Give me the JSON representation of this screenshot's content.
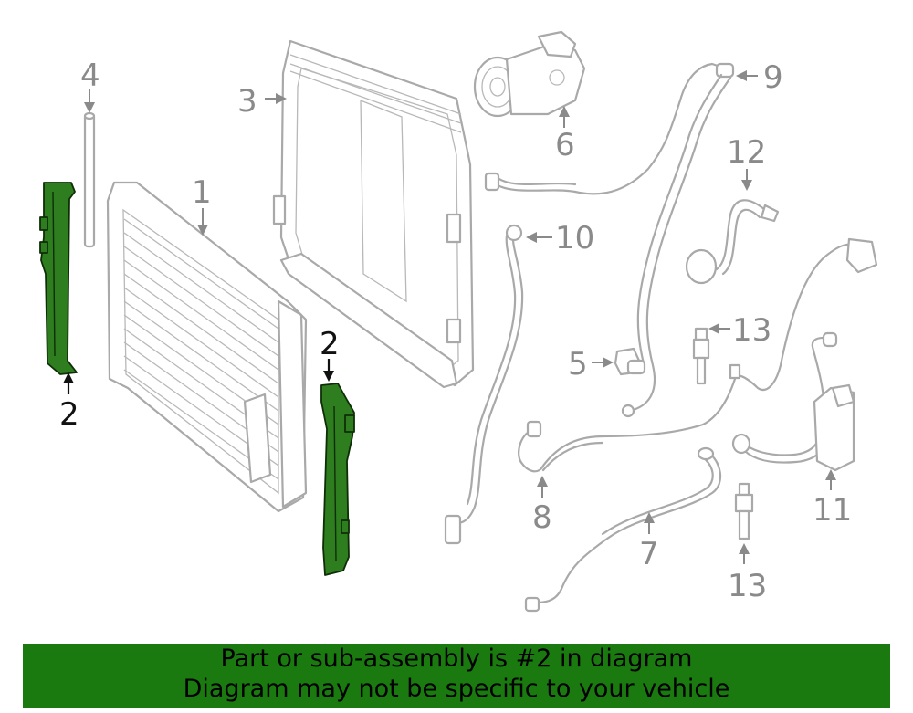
{
  "callouts": {
    "c1": "1",
    "c2a": "2",
    "c2b": "2",
    "c3": "3",
    "c4": "4",
    "c5": "5",
    "c6": "6",
    "c7": "7",
    "c8": "8",
    "c9": "9",
    "c10": "10",
    "c11": "11",
    "c12": "12",
    "c13a": "13",
    "c13b": "13"
  },
  "banner": {
    "line1": "Part or sub-assembly is #2 in diagram",
    "line2": "Diagram may not be specific to your vehicle"
  },
  "colors": {
    "highlight": "#2e7d1e",
    "banner": "#1a7a10",
    "lineart": "#a9a9a9"
  }
}
